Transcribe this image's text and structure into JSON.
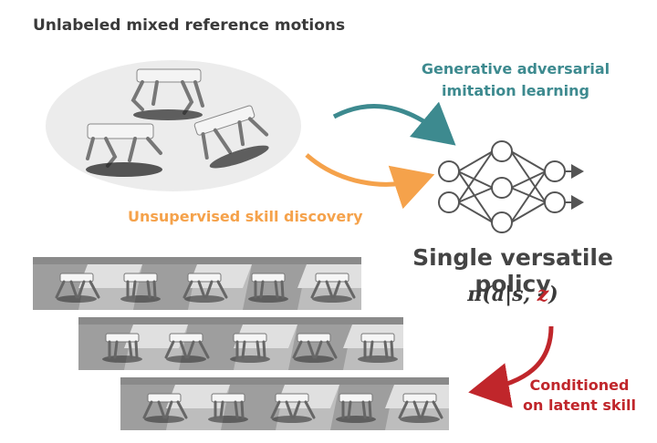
{
  "labels": {
    "top_title": "Unlabeled mixed reference motions",
    "gail_line1": "Generative adversarial",
    "gail_line2": "imitation learning",
    "usd": "Unsupervised skill discovery",
    "policy_title": "Single versatile policy",
    "formula_prefix": "π(a|s, ",
    "formula_z": "z",
    "formula_suffix": ")",
    "cond_line1": "Conditioned",
    "cond_line2": "on latent skill"
  },
  "colors": {
    "gail": "#3d8a8f",
    "usd": "#f5a24b",
    "cond": "#c0262b",
    "text": "#3a3a3a",
    "network": "#555555"
  },
  "network": {
    "layers": [
      2,
      3,
      2
    ],
    "output_arrows": 2
  },
  "strips": {
    "count": 3,
    "robots_per_strip": 5
  }
}
